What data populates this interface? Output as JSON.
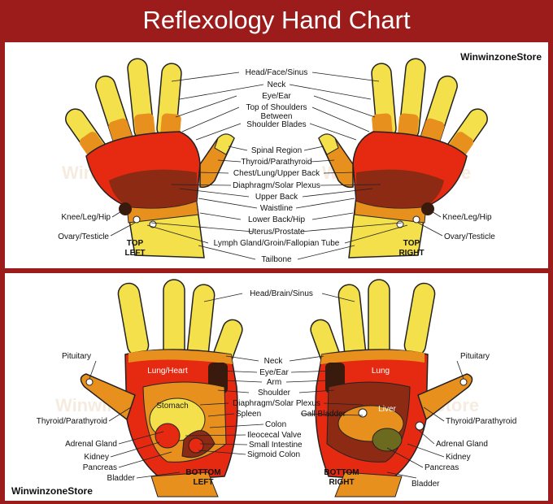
{
  "title": "Reflexology Hand Chart",
  "brand": "WinwinzoneStore",
  "watermark": "WinwinzoneStore",
  "colors": {
    "header_bg": "#9c1c1c",
    "yellow": "#f4e04a",
    "orange": "#e8901e",
    "red": "#e62a12",
    "brown": "#8c2a14",
    "dark": "#3a1a0c",
    "olive": "#6b6a1e"
  },
  "top": {
    "left_caption": [
      "TOP",
      "LEFT"
    ],
    "right_caption": [
      "TOP",
      "RIGHT"
    ],
    "center_labels": [
      "Head/Face/Sinus",
      "Neck",
      "Eye/Ear",
      "Top of Shoulders",
      "Between",
      "Shoulder Blades",
      "Spinal Region",
      "Thyroid/Parathyroid",
      "Chest/Lung/Upper Back",
      "Diaphragm/Solar Plexus",
      "Upper Back",
      "Waistline",
      "Lower Back/Hip",
      "Uterus/Prostate",
      "Lymph Gland/Groin/Fallopian Tube",
      "Tailbone"
    ],
    "left_side": [
      "Knee/Leg/Hip",
      "Ovary/Testicle"
    ],
    "right_side": [
      "Knee/Leg/Hip",
      "Ovary/Testicle"
    ]
  },
  "bottom": {
    "left_caption": [
      "BOTTOM",
      "LEFT"
    ],
    "right_caption": [
      "BOTTOM",
      "RIGHT"
    ],
    "center_labels": [
      "Head/Brain/Sinus",
      "Neck",
      "Eye/Ear",
      "Arm",
      "Shoulder",
      "Diaphragm/Solar Plexus",
      "Gall Bladder",
      "Spleen",
      "Colon",
      "Ileocecal Valve",
      "Small Intestine",
      "Sigmoid Colon"
    ],
    "left_side": [
      "Pituitary",
      "Thyroid/Parathyroid",
      "Adrenal Gland",
      "Kidney",
      "Pancreas",
      "Bladder"
    ],
    "right_side": [
      "Pituitary",
      "Thyroid/Parathyroid",
      "Adrenal Gland",
      "Kidney",
      "Pancreas",
      "Bladder"
    ],
    "left_inner": [
      "Lung/Heart",
      "Stomach"
    ],
    "right_inner": [
      "Lung",
      "Liver"
    ]
  }
}
